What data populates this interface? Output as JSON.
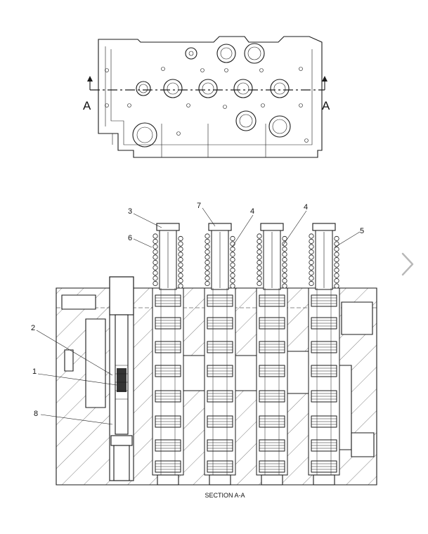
{
  "diagram": {
    "section_markers": {
      "left": "A",
      "right": "A"
    },
    "caption": "SECTION A-A",
    "callouts": [
      {
        "id": "callout-3",
        "text": "3"
      },
      {
        "id": "callout-7",
        "text": "7"
      },
      {
        "id": "callout-4a",
        "text": "4"
      },
      {
        "id": "callout-4b",
        "text": "4"
      },
      {
        "id": "callout-6",
        "text": "6"
      },
      {
        "id": "callout-5",
        "text": "5"
      },
      {
        "id": "callout-2",
        "text": "2"
      },
      {
        "id": "callout-1",
        "text": "1"
      },
      {
        "id": "callout-8",
        "text": "8"
      }
    ]
  },
  "navigation": {
    "next_icon": "chevron-right-icon",
    "icon_color": "#b8b8b8"
  }
}
